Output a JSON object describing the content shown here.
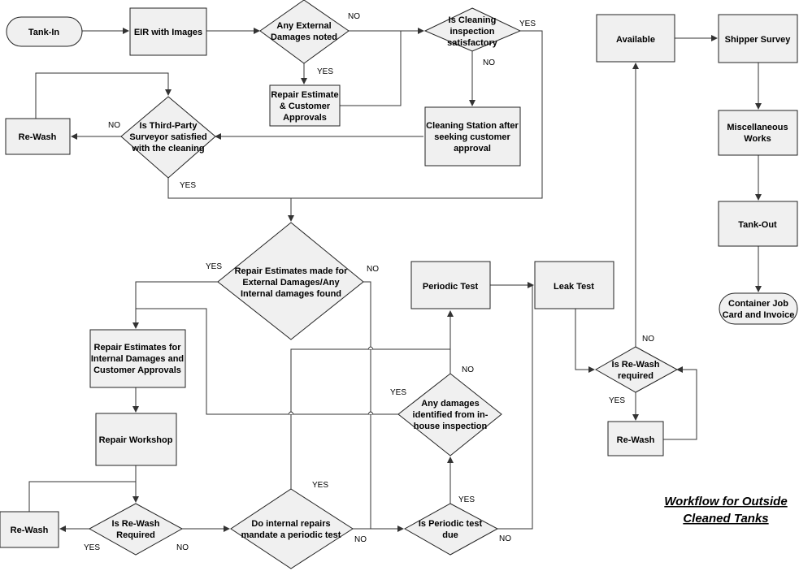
{
  "title": {
    "line1": "Workflow for Outside",
    "line2": "Cleaned Tanks"
  },
  "nodes": {
    "tank_in": [
      "Tank-In"
    ],
    "eir_images": [
      "EIR with Images"
    ],
    "ext_damage": [
      "Any External",
      "Damages noted"
    ],
    "cleaning_ok": [
      "Is Cleaning",
      "inspection",
      "satisfactory"
    ],
    "repair_est_approvals": [
      "Repair Estimate",
      "& Customer",
      "Approvals"
    ],
    "cleaning_station": [
      "Cleaning Station after",
      "seeking customer",
      "approval"
    ],
    "rewash_top": [
      "Re-Wash"
    ],
    "surveyor_ok": [
      "Is Third-Party",
      "Surveyor satisfied",
      "with the cleaning"
    ],
    "repair_estimates_made": [
      "Repair Estimates made for",
      "External Damages/Any",
      "Internal damages found"
    ],
    "repair_est_internal": [
      "Repair Estimates for",
      "Internal Damages and",
      "Customer Approvals"
    ],
    "repair_workshop": [
      "Repair Workshop"
    ],
    "rewash_bottom": [
      "Re-Wash"
    ],
    "rewash_required_bottom": [
      "Is Re-Wash",
      "Required"
    ],
    "internal_repairs_periodic": [
      "Do internal repairs",
      "mandate a periodic test"
    ],
    "periodic_due": [
      "Is Periodic test",
      "due"
    ],
    "damages_inhouse": [
      "Any damages",
      "identified from in-",
      "house inspection"
    ],
    "periodic_test": [
      "Periodic Test"
    ],
    "leak_test": [
      "Leak Test"
    ],
    "rewash_required_right": [
      "Is Re-Wash",
      "required"
    ],
    "rewash_right": [
      "Re-Wash"
    ],
    "available": [
      "Available"
    ],
    "shipper_survey": [
      "Shipper Survey"
    ],
    "misc_works": [
      "Miscellaneous",
      "Works"
    ],
    "tank_out": [
      "Tank-Out"
    ],
    "job_card": [
      "Container Job",
      "Card and Invoice"
    ]
  },
  "edge_labels": {
    "ext_damage_no": "NO",
    "ext_damage_yes": "YES",
    "cleaning_yes": "YES",
    "cleaning_no": "NO",
    "surveyor_no": "NO",
    "surveyor_yes": "YES",
    "estimates_yes": "YES",
    "estimates_no": "NO",
    "inhouse_yes": "YES",
    "inhouse_no": "NO",
    "internal_yes": "YES",
    "internal_no": "NO",
    "rewash_bottom_yes": "YES",
    "rewash_bottom_no": "NO",
    "periodic_yes": "YES",
    "periodic_no": "NO",
    "rewash_right_no": "NO",
    "rewash_right_yes": "YES"
  }
}
